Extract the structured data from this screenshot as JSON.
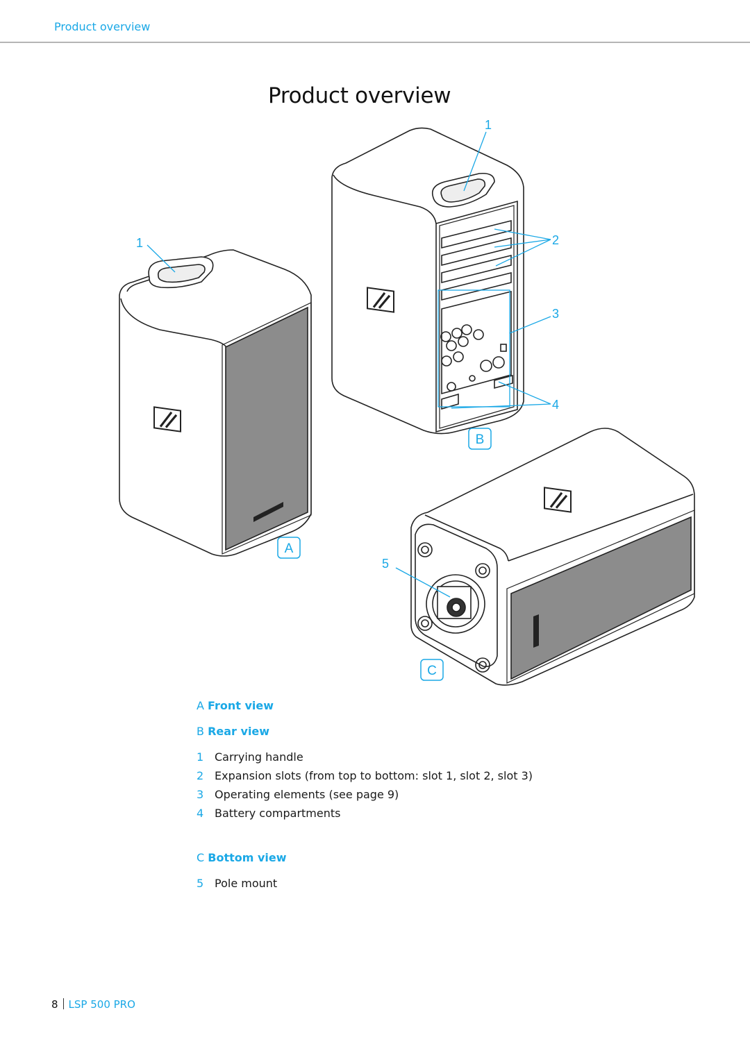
{
  "header": {
    "section": "Product overview"
  },
  "title": "Product overview",
  "figure": {
    "view_labels": [
      "A",
      "B",
      "C"
    ],
    "callouts": [
      "1",
      "1",
      "2",
      "3",
      "4",
      "5"
    ]
  },
  "sections": [
    {
      "letter": "A",
      "name": "Front view"
    },
    {
      "letter": "B",
      "name": "Rear view"
    },
    {
      "letter": "C",
      "name": "Bottom view"
    }
  ],
  "rear_items": [
    {
      "num": "1",
      "text": "Carrying handle"
    },
    {
      "num": "2",
      "text": "Expansion slots (from top to bottom: slot 1, slot 2, slot 3)"
    },
    {
      "num": "3",
      "text": "Operating elements (see page 9)"
    },
    {
      "num": "4",
      "text": "Battery compartments"
    }
  ],
  "bottom_items": [
    {
      "num": "5",
      "text": "Pole mount"
    }
  ],
  "footer": {
    "page": "8",
    "product": "LSP 500 PRO"
  },
  "colors": {
    "accent": "#1aa8e6",
    "grille": "#8c8c8c"
  }
}
